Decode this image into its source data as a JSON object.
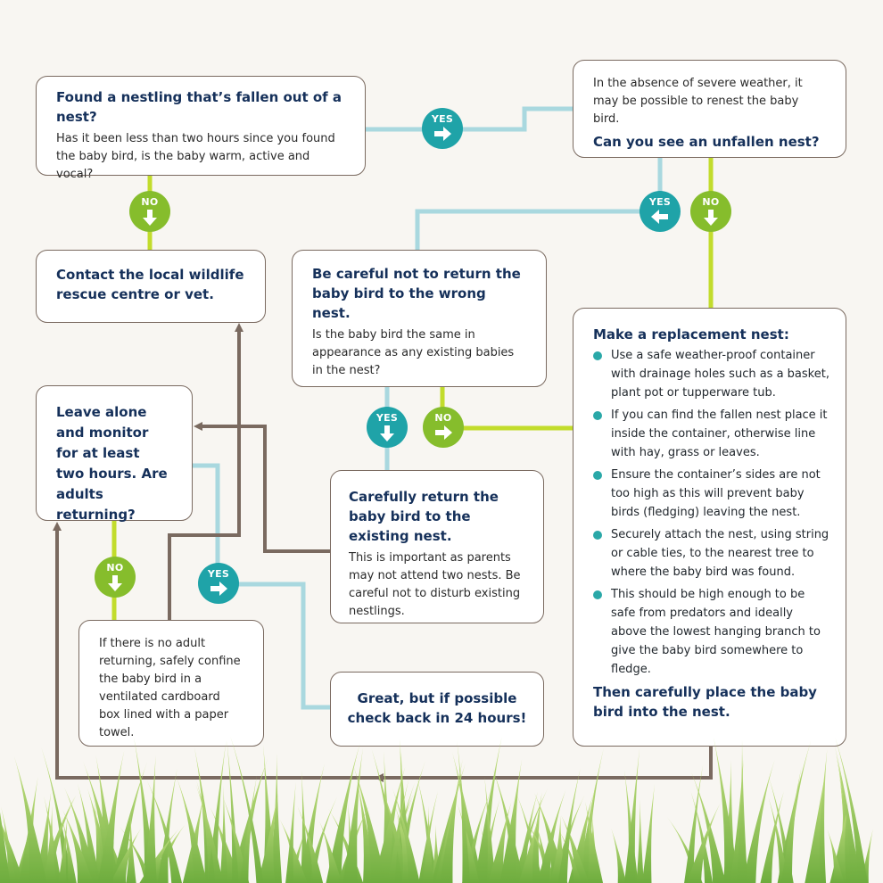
{
  "colors": {
    "yes_badge": "#1fa3a8",
    "no_badge": "#86bd2c",
    "title_text": "#15305a",
    "line_teal": "#a9d8df",
    "line_green": "#c2dc2c",
    "line_brown": "#7a6a60",
    "bullet": "#2aa8a8",
    "grass": "#8cc63f"
  },
  "boxes": {
    "found": {
      "title": "Found a nestling that’s fallen out of a nest?",
      "text": "Has it been less than two hours since you found the baby bird, is the baby warm, active and vocal?"
    },
    "absence": {
      "text": "In the absence of severe weather, it may be possible to renest the baby bird.",
      "title": "Can you see an unfallen nest?"
    },
    "contact": {
      "title": "Contact the local wildlife rescue centre or vet."
    },
    "careful": {
      "title": "Be careful not to return the baby bird to the wrong nest.",
      "text": "Is the baby bird the same in appearance as any existing babies in the nest?"
    },
    "replacement": {
      "title": "Make a replacement nest:",
      "items": [
        "Use a safe weather-proof container with drainage holes such as a basket, plant pot or tupperware tub.",
        "If you can find the fallen nest place it inside the container, otherwise line with hay, grass or leaves.",
        "Ensure the container’s sides are not too high as this will prevent baby birds (fledging) leaving the nest.",
        "Securely attach the nest, using string or cable ties, to the nearest tree to where the baby bird was found.",
        "This should be high enough to be safe from predators and ideally above the lowest hanging branch to give the baby bird somewhere to fledge."
      ],
      "footer": "Then carefully place the baby bird into the nest."
    },
    "leave": {
      "title": "Leave alone and monitor for at least two hours. Are adults returning?"
    },
    "return": {
      "title": "Carefully return the baby bird to the existing nest.",
      "text": "This is important as parents may not attend two nests. Be careful not to disturb existing nestlings."
    },
    "confine": {
      "text": "If there is no adult returning, safely confine the baby bird in a ventilated cardboard box lined with a paper towel."
    },
    "great": {
      "title": "Great, but if possible check back in 24 hours!"
    }
  },
  "badges": {
    "yes1": {
      "label": "YES",
      "arrow": "right-arrow"
    },
    "no1": {
      "label": "NO",
      "arrow": "down-arrow"
    },
    "yes2": {
      "label": "YES",
      "arrow": "left-arrow"
    },
    "no2": {
      "label": "NO",
      "arrow": "down-arrow"
    },
    "yes3": {
      "label": "YES",
      "arrow": "down-arrow"
    },
    "no3": {
      "label": "NO",
      "arrow": "right-arrow"
    },
    "no4": {
      "label": "NO",
      "arrow": "down-arrow"
    },
    "yes4": {
      "label": "YES",
      "arrow": "right-arrow"
    }
  }
}
